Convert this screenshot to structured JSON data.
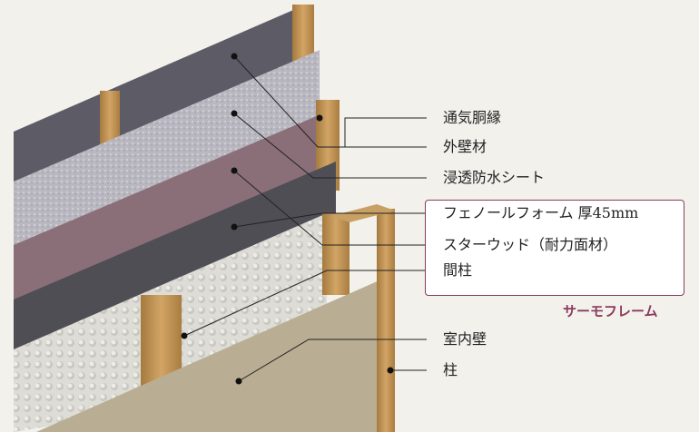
{
  "labels": [
    {
      "text": "通気胴縁"
    },
    {
      "text": "外壁材"
    },
    {
      "text": "浸透防水シート"
    },
    {
      "text": "フェノールフォーム 厚45mm"
    },
    {
      "text": "スターウッド（耐力面材）"
    },
    {
      "text": "間柱"
    },
    {
      "text": "室内壁"
    },
    {
      "text": "柱"
    }
  ],
  "group_label": "サーモフレーム",
  "colors": {
    "accent": "#8b3a5e",
    "background": "#f3f1ec"
  }
}
